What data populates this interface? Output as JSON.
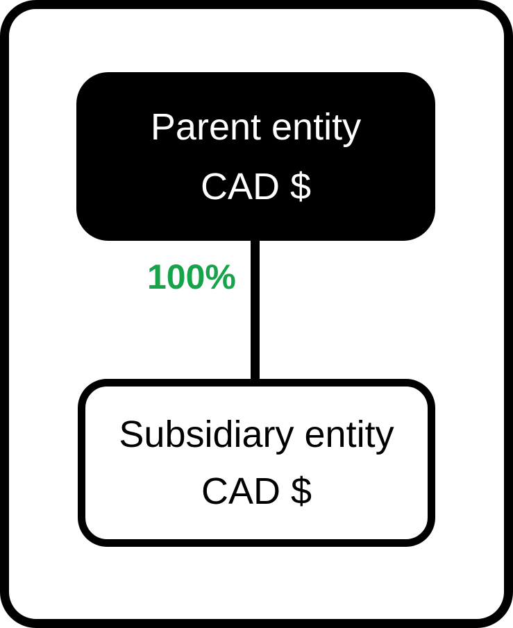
{
  "colors": {
    "ink": "#000000",
    "paper": "#ffffff",
    "ownership-green": "#16a34a"
  },
  "diagram": {
    "parent": {
      "name": "Parent entity",
      "currency": "CAD $"
    },
    "ownership": {
      "percent": "100%"
    },
    "subsidiary": {
      "name": "Subsidiary entity",
      "currency": "CAD $"
    }
  }
}
